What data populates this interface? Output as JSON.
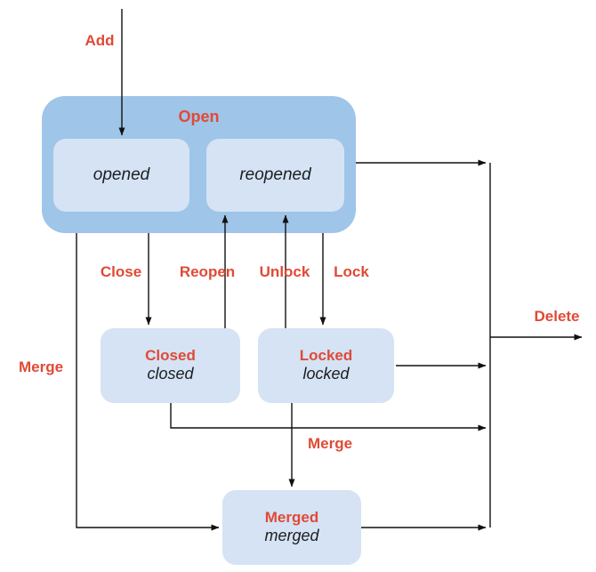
{
  "diagram": {
    "container": {
      "title": "Open"
    },
    "states": {
      "opened": {
        "label": "opened"
      },
      "reopened": {
        "label": "reopened"
      },
      "closed": {
        "title": "Closed",
        "label": "closed"
      },
      "locked": {
        "title": "Locked",
        "label": "locked"
      },
      "merged": {
        "title": "Merged",
        "label": "merged"
      }
    },
    "transitions": {
      "add": "Add",
      "close": "Close",
      "reopen": "Reopen",
      "unlock": "Unlock",
      "lock": "Lock",
      "merge": "Merge",
      "delete": "Delete"
    },
    "colors": {
      "background": "#ffffff",
      "container_fill": "#9fc5e8",
      "state_fill": "#d5e3f4",
      "label_red": "#e04a36",
      "line": "#111111",
      "state_text": "#1c1e21"
    }
  }
}
